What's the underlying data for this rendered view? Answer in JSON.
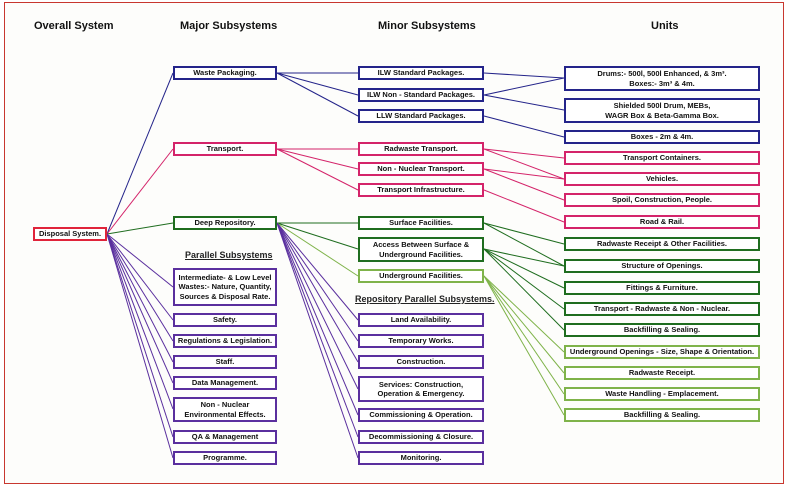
{
  "headers": {
    "overall": "Overall System",
    "major": "Major Subsystems",
    "minor": "Minor Subsystems",
    "units": "Units"
  },
  "subtitles": {
    "parallel": "Parallel Subsystems",
    "repository_parallel": "Repository Parallel Subsystems."
  },
  "root": {
    "label": "Disposal System."
  },
  "major": {
    "waste_packaging": "Waste Packaging.",
    "transport": "Transport.",
    "deep_repository": "Deep Repository."
  },
  "minor": {
    "ilw_standard": "ILW Standard Packages.",
    "ilw_non_standard": "ILW Non - Standard Packages.",
    "llw_standard": "LLW Standard Packages.",
    "radwaste_transport": "Radwaste Transport.",
    "non_nuclear_transport": "Non - Nuclear Transport.",
    "transport_infrastructure": "Transport Infrastructure.",
    "surface_facilities": "Surface Facilities.",
    "access_between": "Access Between Surface &\nUnderground Facilities.",
    "underground_facilities": "Underground Facilities."
  },
  "units": {
    "drums": "Drums:- 500l, 500l Enhanced, & 3m³.\nBoxes:- 3m³ & 4m.",
    "shielded": "Shielded 500l Drum, MEBs,\nWAGR Box & Beta-Gamma Box.",
    "boxes": "Boxes - 2m & 4m.",
    "transport_containers": "Transport Containers.",
    "vehicles": "Vehicles.",
    "spoil": "Spoil, Construction, People.",
    "road_rail": "Road & Rail.",
    "radwaste_receipt_facilities": "Radwaste Receipt & Other Facilities.",
    "structure_openings": "Structure of Openings.",
    "fittings": "Fittings & Furniture.",
    "transport_radwaste": "Transport - Radwaste & Non - Nuclear.",
    "backfilling_1": "Backfilling & Sealing.",
    "underground_openings": "Underground Openings - Size, Shape & Orientation.",
    "radwaste_receipt": "Radwaste Receipt.",
    "waste_handling": "Waste Handling - Emplacement.",
    "backfilling_2": "Backfilling & Sealing."
  },
  "parallel": [
    "Intermediate- & Low Level\nWastes:- Nature, Quantity,\nSources & Disposal Rate.",
    "Safety.",
    "Regulations & Legislation.",
    "Staff.",
    "Data Management.",
    "Non - Nuclear\nEnvironmental Effects.",
    "QA & Management",
    "Programme."
  ],
  "repository_parallel": [
    "Land Availability.",
    "Temporary Works.",
    "Construction.",
    "Services: Construction,\nOperation & Emergency.",
    "Commissioning & Operation.",
    "Decommissioning & Closure.",
    "Monitoring."
  ],
  "colors": {
    "root": "#e0243a",
    "waste_packaging": "#24248a",
    "transport": "#d4246a",
    "repository": "#1f6d1f",
    "underground": "#7fb34a",
    "parallel": "#5a2f9e"
  }
}
